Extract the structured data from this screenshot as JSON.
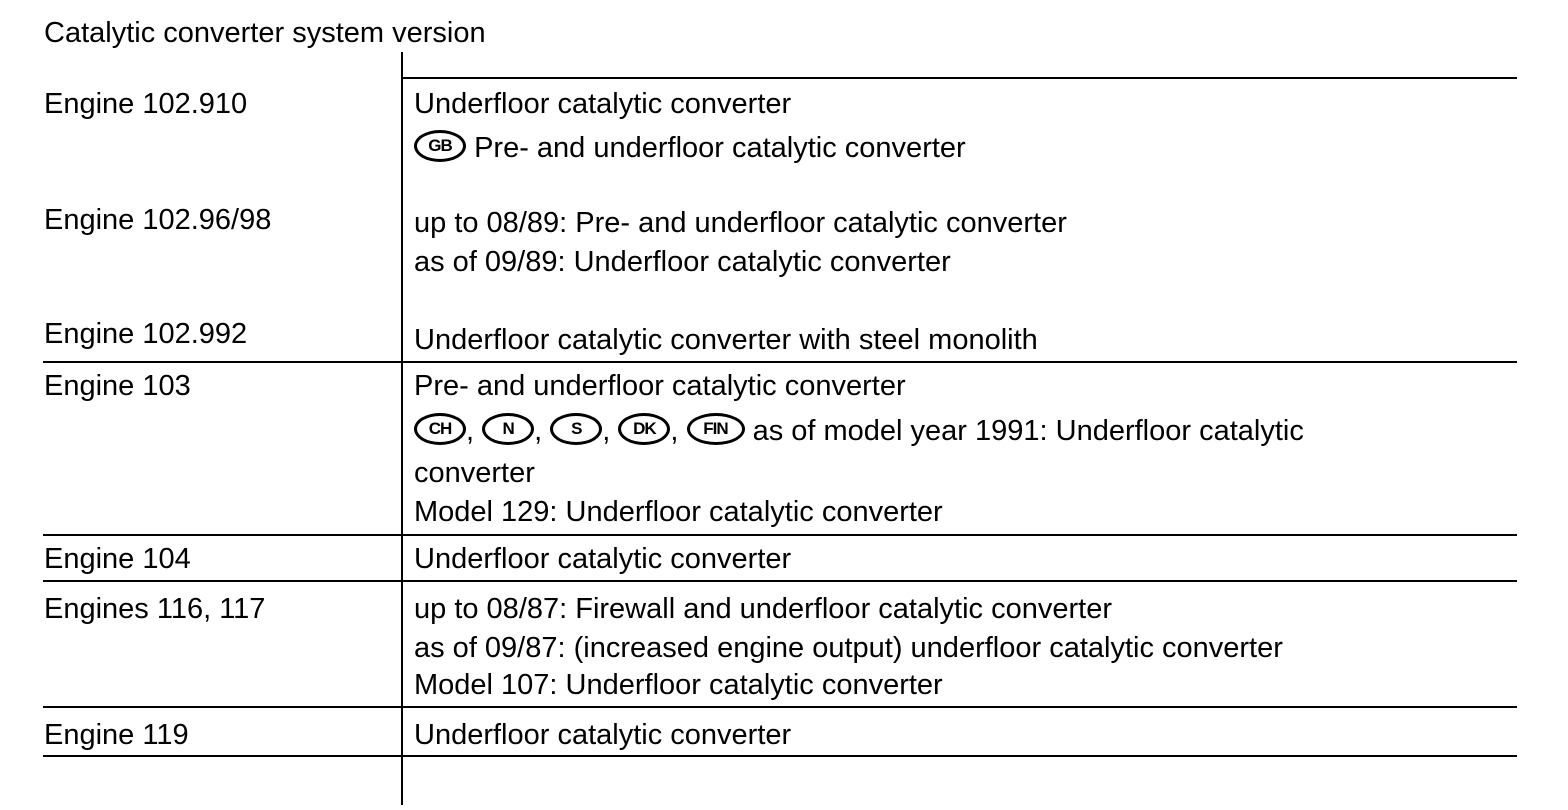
{
  "title": "Catalytic converter system version",
  "rows": [
    {
      "engine": "Engine 102.910",
      "lines": [
        "Underfloor catalytic converter",
        "Pre- and underfloor catalytic converter"
      ],
      "badges": [
        "GB"
      ]
    },
    {
      "engine": "Engine 102.96/98",
      "lines": [
        "up to 08/89: Pre- and underfloor catalytic converter",
        "as of 09/89: Underfloor catalytic converter"
      ]
    },
    {
      "engine": "Engine 102.992",
      "lines": [
        "Underfloor catalytic converter with steel monolith"
      ]
    },
    {
      "engine": "Engine 103",
      "lines": [
        "Pre- and underfloor catalytic converter",
        "as of model year 1991: Underfloor catalytic",
        "converter",
        "Model 129: Underfloor catalytic converter"
      ],
      "badges": [
        "CH",
        "N",
        "S",
        "DK",
        "FIN"
      ],
      "sep": ","
    },
    {
      "engine": "Engine 104",
      "lines": [
        "Underfloor catalytic converter"
      ]
    },
    {
      "engine": "Engines 116, 117",
      "lines": [
        "up to 08/87: Firewall and underfloor catalytic converter",
        "as of 09/87: (increased engine output) underfloor catalytic converter",
        "Model 107: Underfloor catalytic converter"
      ]
    },
    {
      "engine": "Engine 119",
      "lines": [
        "Underfloor catalytic converter"
      ]
    }
  ]
}
